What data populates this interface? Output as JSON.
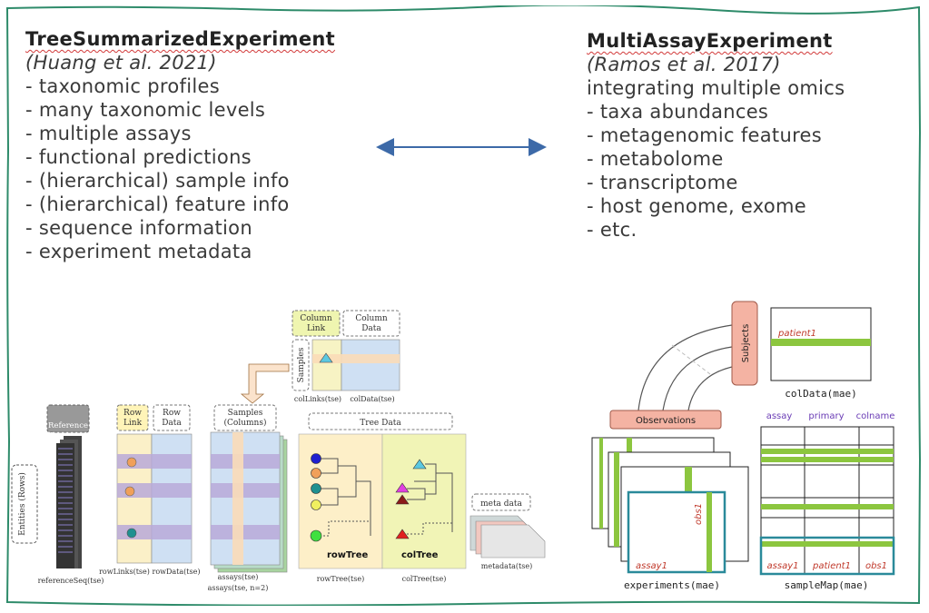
{
  "colors": {
    "frame": "#2e8b6a",
    "arrow": "#3d6aa8",
    "accent_green": "#8cc63f",
    "salmon": "#f4b3a3",
    "teal": "#2a8a9a",
    "obs_red": "#c0392b",
    "role_purple": "#6a3cb5"
  },
  "left_panel": {
    "title": "TreeSummarizedExperiment",
    "citation": "(Huang et al. 2021)",
    "items": [
      "- taxonomic profiles",
      "- many taxonomic levels",
      "- multiple assays",
      "- functional predictions",
      "- (hierarchical) sample info",
      "- (hierarchical) feature info",
      "- sequence information",
      "- experiment metadata"
    ]
  },
  "right_panel": {
    "title": "MultiAssayExperiment",
    "citation": "(Ramos et al. 2017)",
    "items": [
      "integrating multiple omics",
      "- taxa abundances",
      "- metagenomic features",
      "- metabolome",
      "- transcriptome",
      "- host genome, exome",
      "- etc."
    ]
  },
  "arrow_icon": "double-headed-arrow-icon",
  "tse_diagram": {
    "entities_label": "Entities (Rows)",
    "reference_sequence_label": "Reference Sequence",
    "reference_seq_caption": "referenceSeq(tse)",
    "row_link_label": "Row Link",
    "row_data_label": "Row Data",
    "row_links_caption": "rowLinks(tse)",
    "row_data_caption": "rowData(tse)",
    "samples_columns_label": "Samples (Columns)",
    "assays_caption_1": "assays(tse)",
    "assays_caption_2": "assays(tse, n=2)",
    "column_link_label": "Column Link",
    "column_data_label": "Column Data",
    "samples_label": "Samples",
    "col_links_caption": "colLinks(tse)",
    "col_data_caption": "colData(tse)",
    "tree_data_label": "Tree Data",
    "row_tree_label": "rowTree",
    "col_tree_label": "colTree",
    "row_tree_caption": "rowTree(tse)",
    "col_tree_caption": "colTree(tse)",
    "meta_data_label": "meta data",
    "metadata_caption": "metadata(tse)"
  },
  "mae_diagram": {
    "subjects_label": "Subjects",
    "patient_label": "patient1",
    "col_data_caption": "colData(mae)",
    "observations_label": "Observations",
    "obs_label": "obs1",
    "assay_label": "assay1",
    "experiments_caption": "experiments(mae)",
    "samplemap_headers": [
      "assay",
      "primary",
      "colname"
    ],
    "samplemap_row": [
      "assay1",
      "patient1",
      "obs1"
    ],
    "samplemap_caption": "sampleMap(mae)"
  }
}
